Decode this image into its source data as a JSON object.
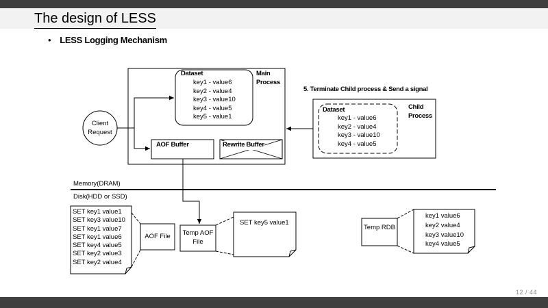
{
  "slide": {
    "title": "The design of LESS",
    "bullet": "LESS Logging Mechanism",
    "page_number": "12 / 44"
  },
  "main_process": {
    "label": "Main Process",
    "dataset": {
      "title": "Dataset",
      "items": [
        "key1 - value6",
        "key2 - value4",
        "key3 - value10",
        "key4 - value5",
        "key5 - value1"
      ]
    },
    "aof_buffer": "AOF Buffer",
    "rewrite_buffer": "Rewrite Buffer"
  },
  "child_process": {
    "label": "Child Process",
    "dataset": {
      "title": "Dataset",
      "items": [
        "key1 - value6",
        "key2 - value4",
        "key3 - value10",
        "key4 - value5"
      ]
    }
  },
  "step_label": "5. Terminate Child process & Send a signal",
  "client_request": "Client Request",
  "memory_label": "Memory(DRAM)",
  "disk_label": "Disk(HDD or SSD)",
  "aof_file": {
    "label": "AOF File",
    "lines": [
      "SET key1 value1",
      "SET key3 value10",
      "SET key1 value7",
      "SET key1 value6",
      "SET key4 value5",
      "SET key2 value3",
      "SET key2 value4"
    ]
  },
  "temp_aof_file": {
    "label": "Temp AOF File",
    "lines": [
      "SET key5 value1"
    ]
  },
  "temp_rdb": {
    "label": "Temp RDB",
    "lines": [
      "key1 value6",
      "key2 value4",
      "key3 value10",
      "key4 value5"
    ]
  }
}
